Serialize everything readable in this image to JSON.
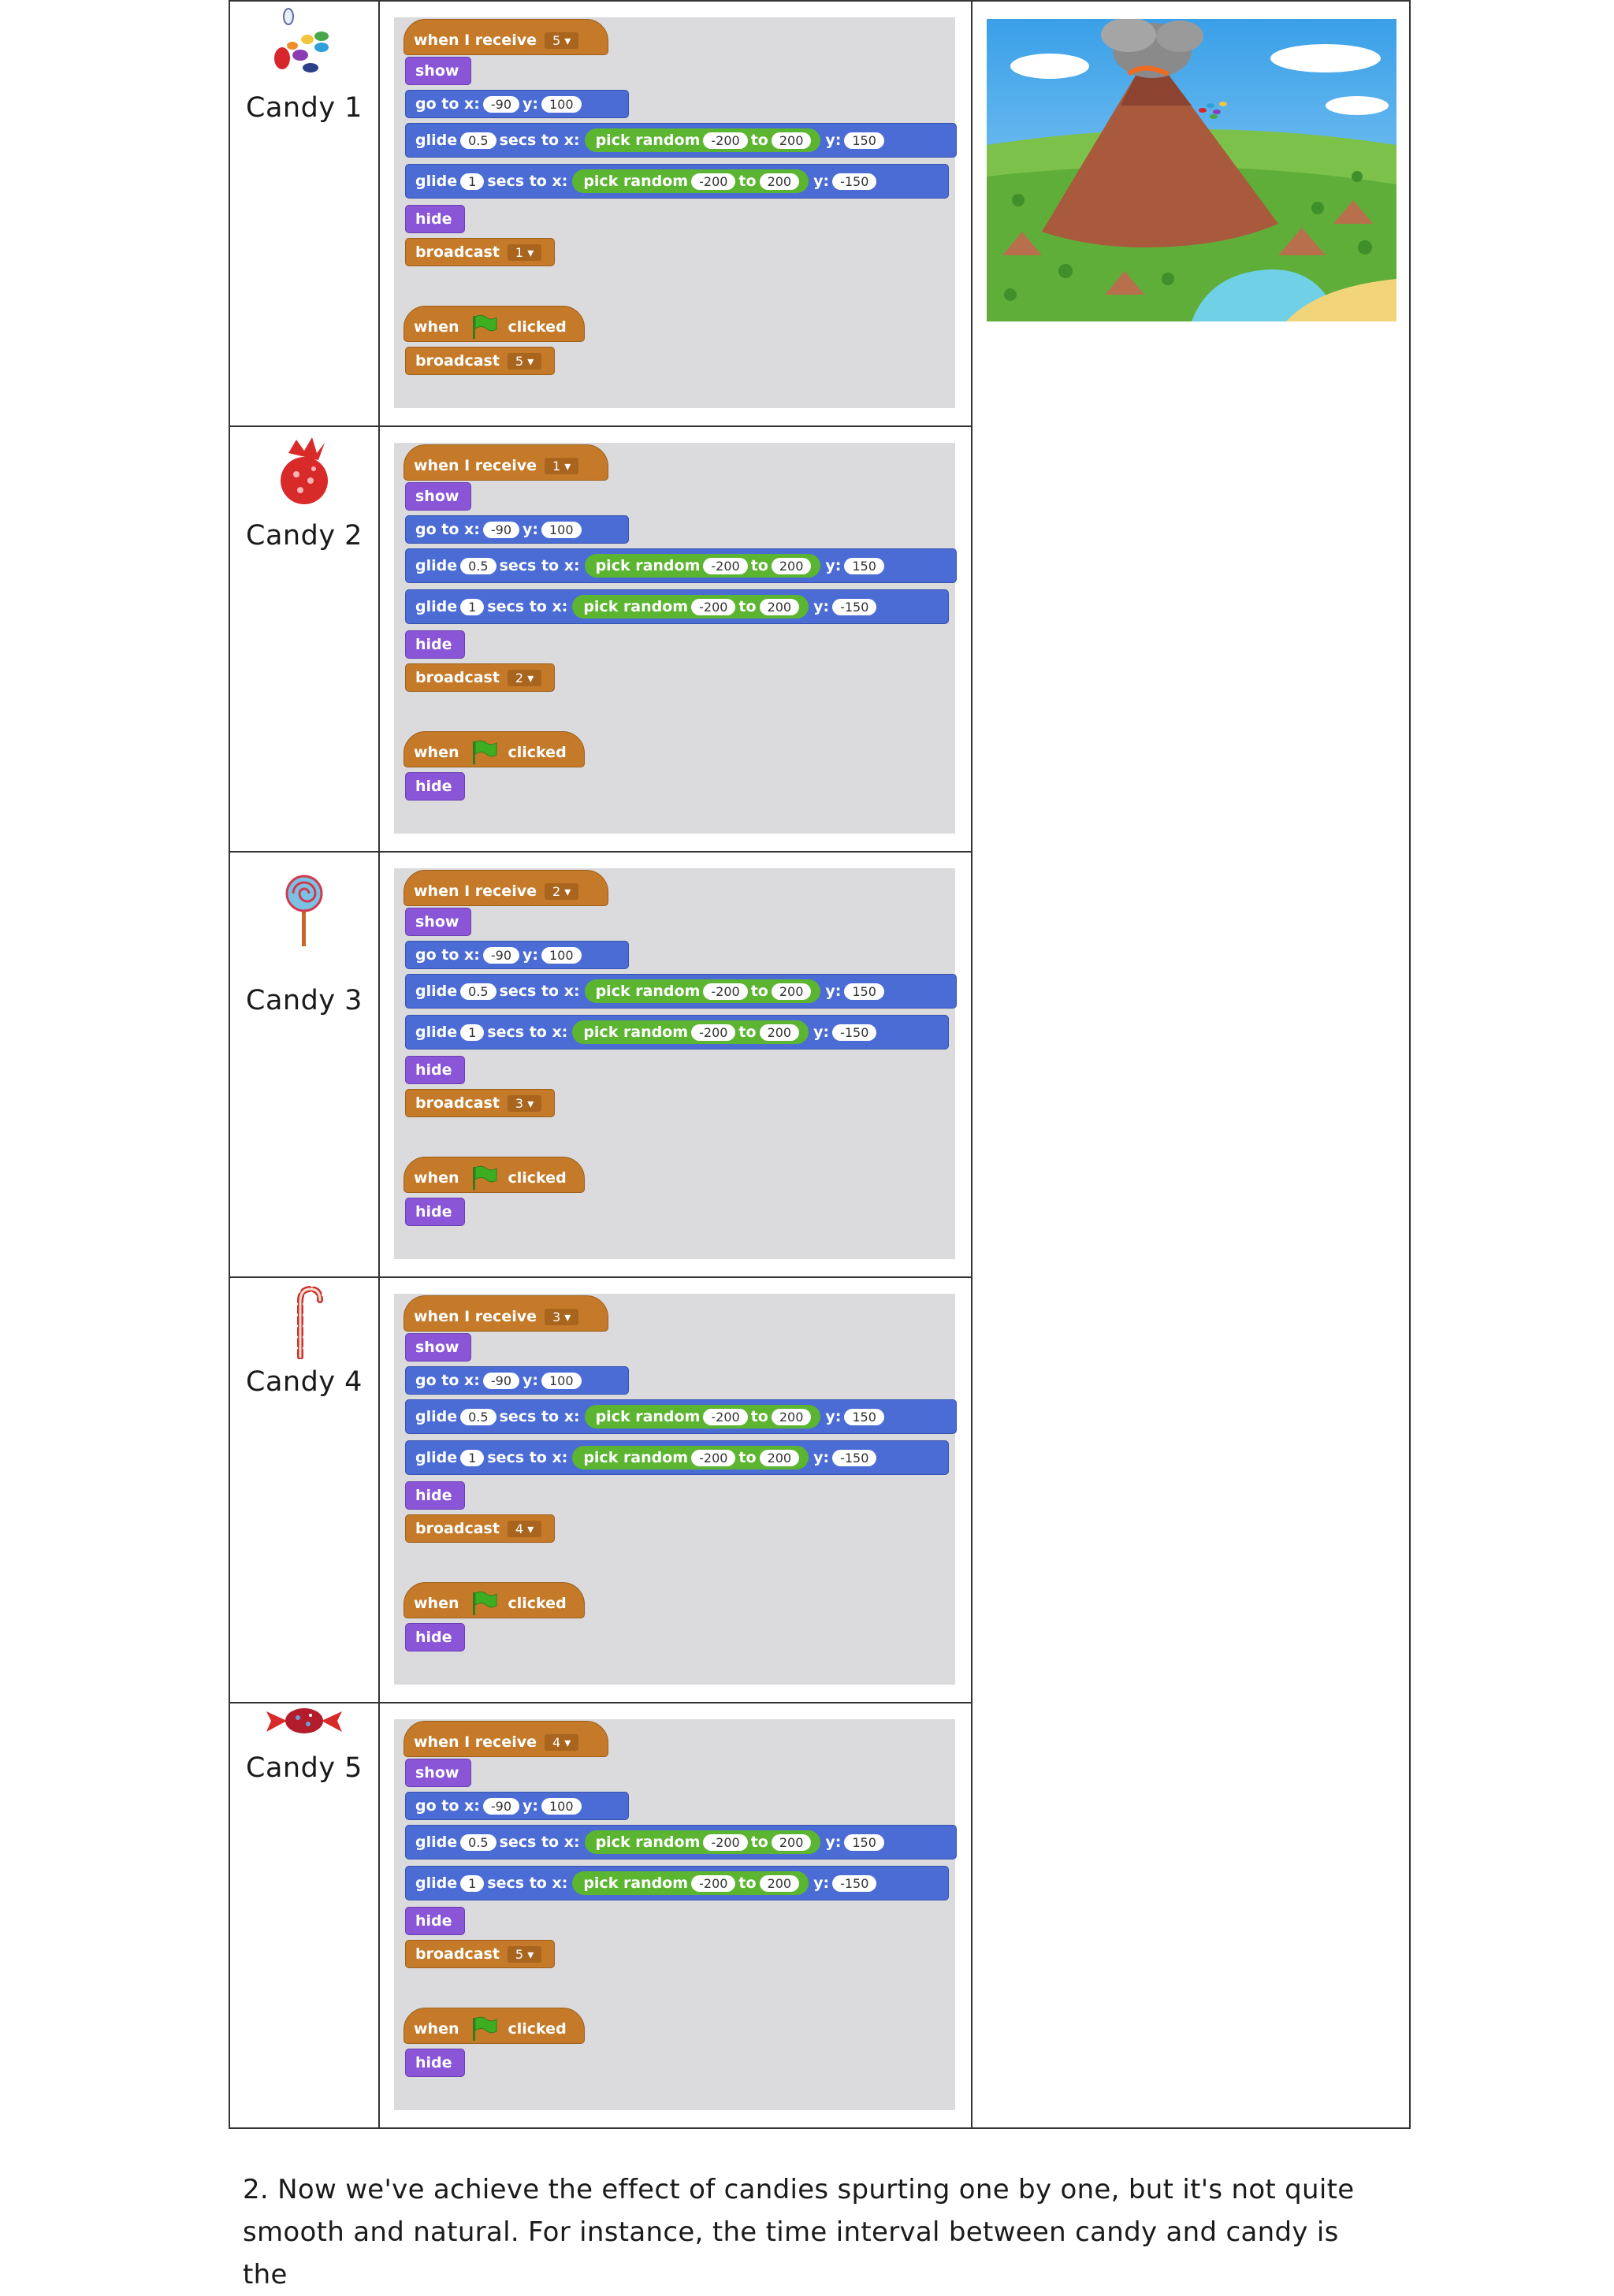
{
  "candies": [
    {
      "name": "Candy 1",
      "receive": "5",
      "show": "show",
      "goto_x": "-90",
      "goto_y": "100",
      "glide1_secs": "0.5",
      "glide2_secs": "1",
      "rand_min": "-200",
      "rand_max": "200",
      "glide1_y": "150",
      "glide2_y": "-150",
      "hide": "hide",
      "broadcast": "1",
      "flag_action": "broadcast",
      "flag_action_value": "5",
      "icon": "jellybeans-icon"
    },
    {
      "name": "Candy 2",
      "receive": "1",
      "show": "show",
      "goto_x": "-90",
      "goto_y": "100",
      "glide1_secs": "0.5",
      "glide2_secs": "1",
      "rand_min": "-200",
      "rand_max": "200",
      "glide1_y": "150",
      "glide2_y": "-150",
      "hide": "hide",
      "broadcast": "2",
      "flag_action": "hide",
      "flag_action_value": "",
      "icon": "red-candy-icon"
    },
    {
      "name": "Candy 3",
      "receive": "2",
      "show": "show",
      "goto_x": "-90",
      "goto_y": "100",
      "glide1_secs": "0.5",
      "glide2_secs": "1",
      "rand_min": "-200",
      "rand_max": "200",
      "glide1_y": "150",
      "glide2_y": "-150",
      "hide": "hide",
      "broadcast": "3",
      "flag_action": "hide",
      "flag_action_value": "",
      "icon": "lollipop-icon"
    },
    {
      "name": "Candy 4",
      "receive": "3",
      "show": "show",
      "goto_x": "-90",
      "goto_y": "100",
      "glide1_secs": "0.5",
      "glide2_secs": "1",
      "rand_min": "-200",
      "rand_max": "200",
      "glide1_y": "150",
      "glide2_y": "-150",
      "hide": "hide",
      "broadcast": "4",
      "flag_action": "hide",
      "flag_action_value": "",
      "icon": "candy-cane-icon"
    },
    {
      "name": "Candy 5",
      "receive": "4",
      "show": "show",
      "goto_x": "-90",
      "goto_y": "100",
      "glide1_secs": "0.5",
      "glide2_secs": "1",
      "rand_min": "-200",
      "rand_max": "200",
      "glide1_y": "150",
      "glide2_y": "-150",
      "hide": "hide",
      "broadcast": "5",
      "flag_action": "hide",
      "flag_action_value": "",
      "icon": "wrapped-candy-icon"
    }
  ],
  "block_text": {
    "when_i_receive": "when I receive",
    "go_to_x": "go to x:",
    "y": "y:",
    "glide": "glide",
    "secs_to_x": "secs to x:",
    "pick_random": "pick random",
    "to": "to",
    "broadcast": "broadcast",
    "when": "when",
    "clicked": "clicked"
  },
  "paragraph": "2. Now we've achieve the effect of candies spurting one by one, but it's not quite smooth and natural. For instance, the time interval between candy and candy is the",
  "colors": {
    "events": "#c47a28",
    "looks": "#8a55d7",
    "motion": "#4a6cd4",
    "operators": "#5bb531",
    "panel": "#dbdbde"
  }
}
